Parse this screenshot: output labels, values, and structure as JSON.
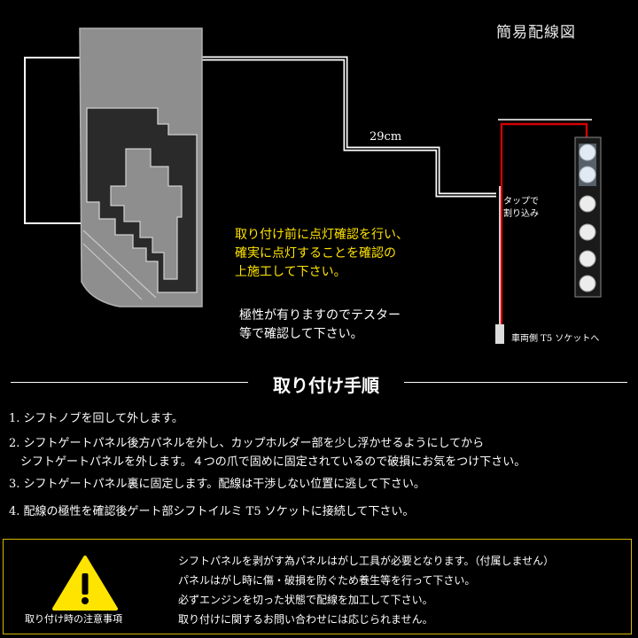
{
  "diagram": {
    "title": "簡易配線図",
    "length_label": "29cm",
    "tap_label": [
      "タップで",
      "割り込み"
    ],
    "yellow_note": [
      "取り付け前に点灯確認を行い、",
      "確実に点灯することを確認の",
      "上施工して下さい。"
    ],
    "polarity_note": [
      "極性が有りますのでテスター",
      "等で確認して下さい。"
    ],
    "socket_label": "車両側 T5 ソケットへ",
    "colors": {
      "wire_white": "#ffffff",
      "wire_red": "#d40000",
      "highlight": "#ffe400",
      "panel": "#8e8e8e"
    }
  },
  "procedure": {
    "title": "取り付け手順",
    "steps": [
      "1. シフトノブを回して外します。",
      "2. シフトゲートパネル後方パネルを外し、カップホルダー部を少し浮かせるようにしてから",
      "　シフトゲートパネルを外します。４つの爪で固めに固定されているので破損にお気をつけ下さい。",
      "3. シフトゲートパネル裏に固定します。配線は干渉しない位置に逃して下さい。",
      "4. 配線の極性を確認後ゲート部シフトイルミ T5 ソケットに接続して下さい。"
    ]
  },
  "caution": {
    "icon": "warning-triangle-icon",
    "label": "取り付け時の注意事項",
    "lines": [
      "シフトパネルを剥がす為パネルはがし工具が必要となります。（付属しません）",
      "パネルはがし時に傷・破損を防ぐため養生等を行って下さい。",
      "必ずエンジンを切った状態で配線を加工して下さい。",
      "取り付けに関するお問い合わせには応じられません。"
    ],
    "border_color": "#d8b800"
  }
}
